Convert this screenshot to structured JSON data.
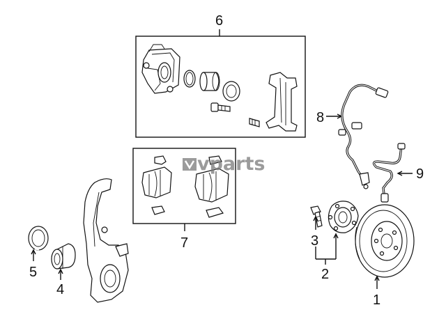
{
  "watermark": {
    "brand": "vparts"
  },
  "callouts": {
    "c1": "1",
    "c2": "2",
    "c3": "3",
    "c4": "4",
    "c5": "5",
    "c6": "6",
    "c7": "7",
    "c8": "8",
    "c9": "9"
  }
}
